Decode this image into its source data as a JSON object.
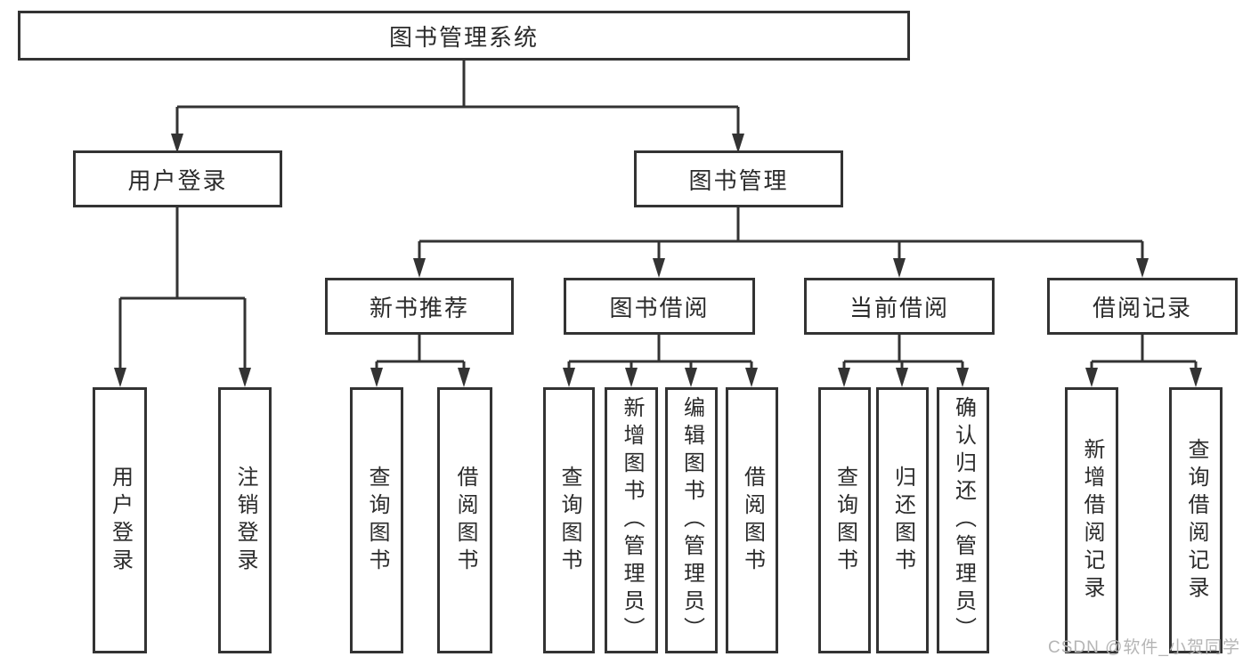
{
  "diagram": {
    "root": {
      "label": "图书管理系统",
      "children": [
        {
          "label": "用户登录",
          "children": [
            {
              "label": "用户登录"
            },
            {
              "label": "注销登录"
            }
          ]
        },
        {
          "label": "图书管理",
          "children": [
            {
              "label": "新书推荐",
              "children": [
                {
                  "label": "查询图书"
                },
                {
                  "label": "借阅图书"
                }
              ]
            },
            {
              "label": "图书借阅",
              "children": [
                {
                  "label": "查询图书"
                },
                {
                  "label": "新增图书（管理员）"
                },
                {
                  "label": "编辑图书（管理员）"
                },
                {
                  "label": "借阅图书"
                }
              ]
            },
            {
              "label": "当前借阅",
              "children": [
                {
                  "label": "查询图书"
                },
                {
                  "label": "归还图书"
                },
                {
                  "label": "确认归还（管理员）"
                }
              ]
            },
            {
              "label": "借阅记录",
              "children": [
                {
                  "label": "新增借阅记录"
                },
                {
                  "label": "查询借阅记录"
                }
              ]
            }
          ]
        }
      ]
    }
  },
  "watermark": {
    "text": "CSDN @软件_小贺同学"
  },
  "colors": {
    "line": "#333333",
    "text": "#2b2b2b",
    "background": "#ffffff",
    "watermark": "#b5b5b5"
  }
}
